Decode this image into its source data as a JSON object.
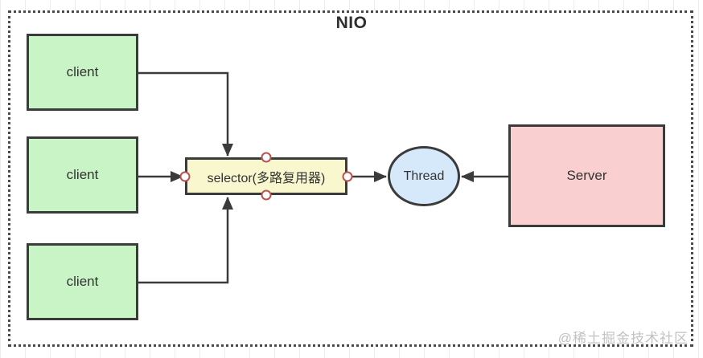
{
  "title": "NIO",
  "watermark": "@稀土掘金技术社区",
  "nodes": {
    "client1": {
      "label": "client"
    },
    "client2": {
      "label": "client"
    },
    "client3": {
      "label": "client"
    },
    "selector": {
      "label": "selector(多路复用器)"
    },
    "thread": {
      "label": "Thread"
    },
    "server": {
      "label": "Server"
    }
  },
  "edges": [
    {
      "from": "client1",
      "to": "selector",
      "side": "top"
    },
    {
      "from": "client2",
      "to": "selector",
      "side": "left"
    },
    {
      "from": "client3",
      "to": "selector",
      "side": "bottom"
    },
    {
      "from": "selector",
      "to": "thread",
      "side": "left"
    },
    {
      "from": "server",
      "to": "thread",
      "side": "right"
    }
  ],
  "colors": {
    "client_fill": "#c9f4c6",
    "selector_fill": "#f8f7cd",
    "thread_fill": "#d6e9fb",
    "server_fill": "#f9cfcf",
    "shape_border": "#3b3b3b",
    "edge_stroke": "#3b3b3b",
    "connection_dot_stroke": "#b85450",
    "frame_border": "#4a4a4a",
    "title_color": "#2f2f2f",
    "watermark_color": "#c2c2c2"
  }
}
